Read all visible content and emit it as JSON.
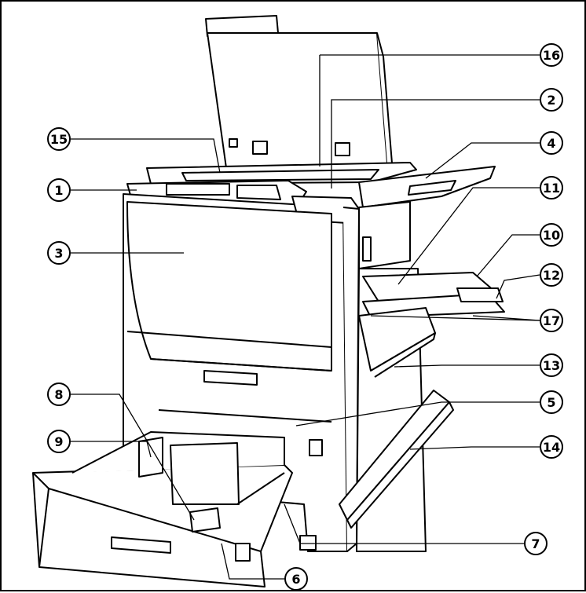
{
  "diagram": {
    "callouts": [
      {
        "id": "c1",
        "label": "1"
      },
      {
        "id": "c2",
        "label": "2"
      },
      {
        "id": "c3",
        "label": "3"
      },
      {
        "id": "c4",
        "label": "4"
      },
      {
        "id": "c5",
        "label": "5"
      },
      {
        "id": "c6",
        "label": "6"
      },
      {
        "id": "c7",
        "label": "7"
      },
      {
        "id": "c8",
        "label": "8"
      },
      {
        "id": "c9",
        "label": "9"
      },
      {
        "id": "c10",
        "label": "10"
      },
      {
        "id": "c11",
        "label": "11"
      },
      {
        "id": "c12",
        "label": "12"
      },
      {
        "id": "c13",
        "label": "13"
      },
      {
        "id": "c14",
        "label": "14"
      },
      {
        "id": "c15",
        "label": "15"
      },
      {
        "id": "c16",
        "label": "16"
      },
      {
        "id": "c17",
        "label": "17"
      }
    ]
  }
}
